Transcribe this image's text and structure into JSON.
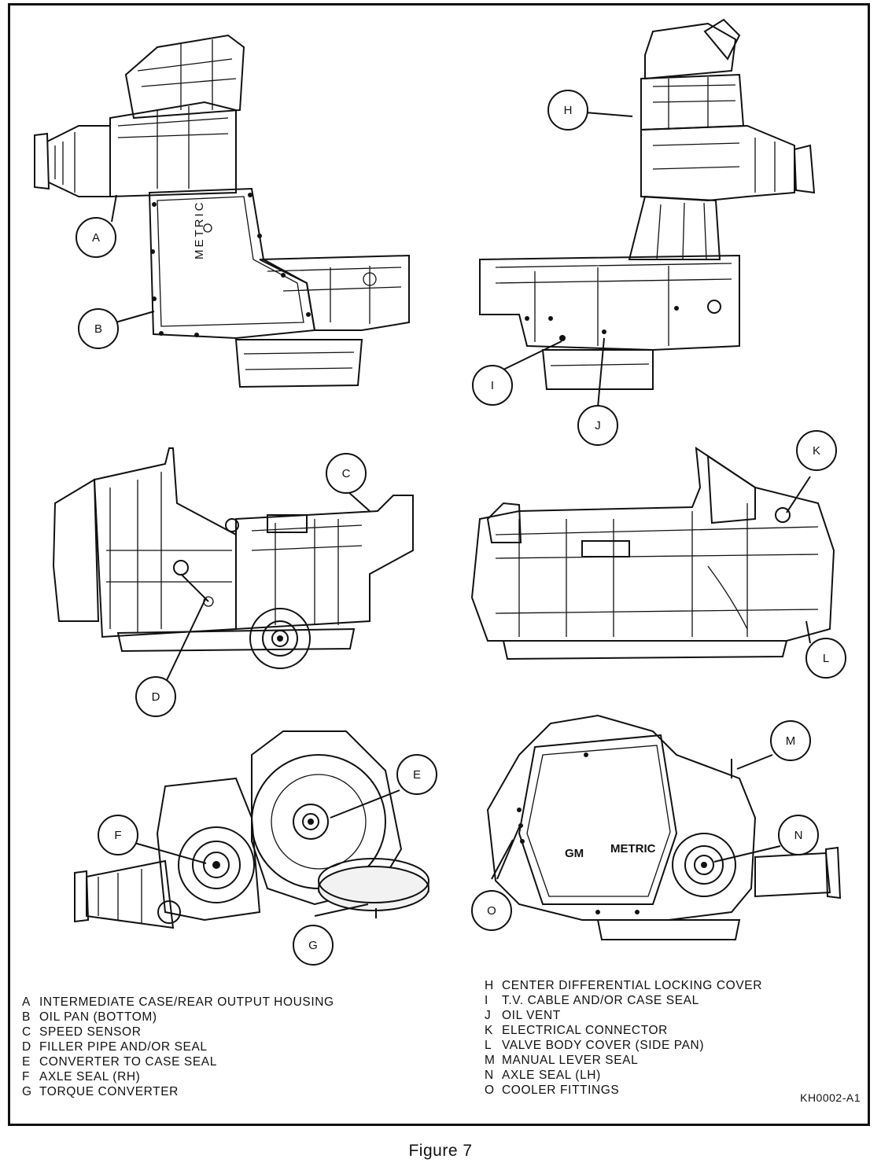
{
  "callouts": {
    "A": "A",
    "B": "B",
    "C": "C",
    "D": "D",
    "E": "E",
    "F": "F",
    "G": "G",
    "H": "H",
    "I": "I",
    "J": "J",
    "K": "K",
    "L": "L",
    "M": "M",
    "N": "N",
    "O": "O"
  },
  "panel_text": {
    "metric_pan_top": "METRIC",
    "gm_mark": "GM",
    "metric_pan_bottom": "METRIC"
  },
  "legend_left": [
    {
      "key": "A",
      "text": "INTERMEDIATE CASE/REAR OUTPUT HOUSING"
    },
    {
      "key": "B",
      "text": "OIL PAN (BOTTOM)"
    },
    {
      "key": "C",
      "text": "SPEED SENSOR"
    },
    {
      "key": "D",
      "text": "FILLER PIPE AND/OR SEAL"
    },
    {
      "key": "E",
      "text": "CONVERTER TO CASE SEAL"
    },
    {
      "key": "F",
      "text": "AXLE SEAL (RH)"
    },
    {
      "key": "G",
      "text": "TORQUE CONVERTER"
    }
  ],
  "legend_right": [
    {
      "key": "H",
      "text": "CENTER DIFFERENTIAL LOCKING COVER"
    },
    {
      "key": "I",
      "text": "T.V. CABLE AND/OR CASE SEAL"
    },
    {
      "key": "J",
      "text": "OIL VENT"
    },
    {
      "key": "K",
      "text": "ELECTRICAL CONNECTOR"
    },
    {
      "key": "L",
      "text": "VALVE BODY COVER (SIDE PAN)"
    },
    {
      "key": "M",
      "text": "MANUAL LEVER SEAL"
    },
    {
      "key": "N",
      "text": "AXLE SEAL (LH)"
    },
    {
      "key": "O",
      "text": "COOLER FITTINGS"
    }
  ],
  "drawing_code": "KH0002-A1",
  "caption": "Figure 7"
}
